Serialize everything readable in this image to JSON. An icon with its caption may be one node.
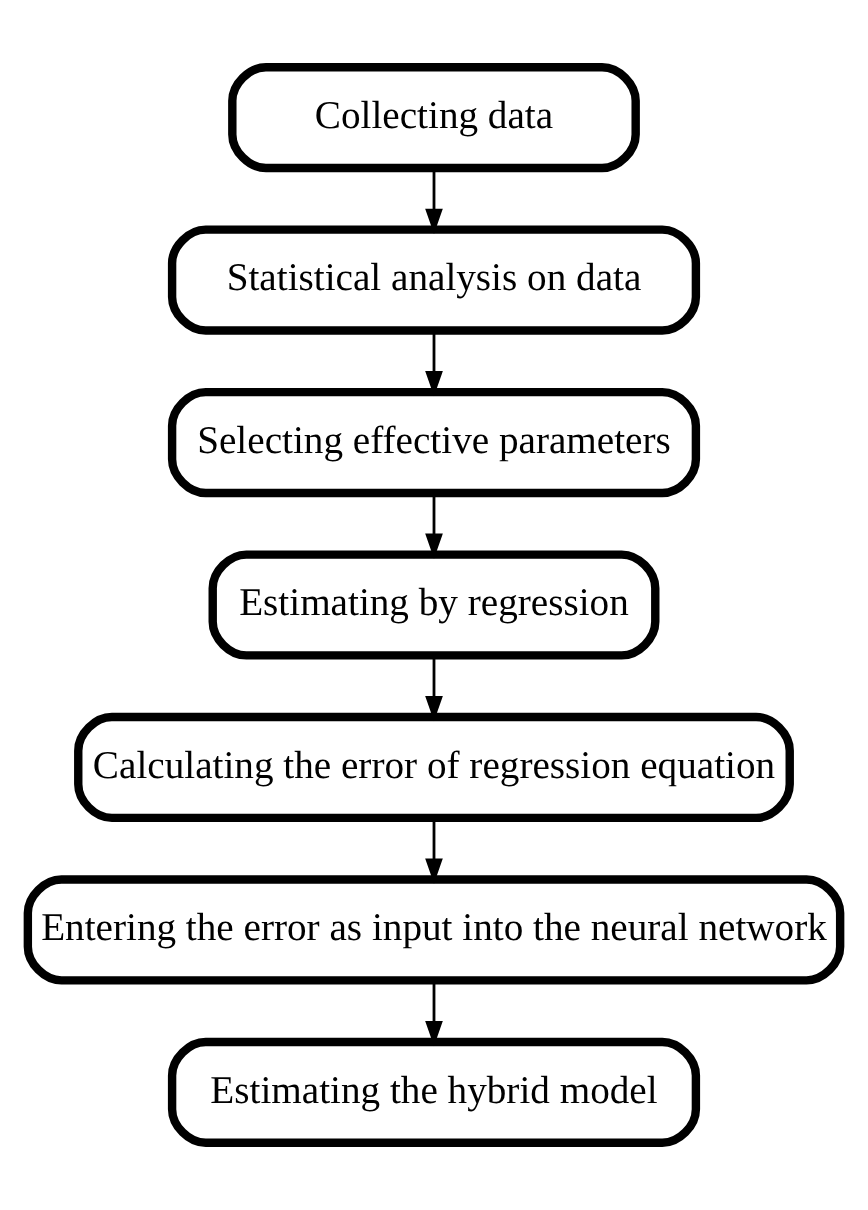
{
  "diagram": {
    "nodes": [
      {
        "text": [
          "Collecting data"
        ]
      },
      {
        "text": [
          "Statistical analysis on data"
        ]
      },
      {
        "text": [
          "Selecting effective parameters"
        ]
      },
      {
        "text": [
          "Estimating by regression"
        ]
      },
      {
        "text": [
          "Calculating the error of regression equation"
        ]
      },
      {
        "text": [
          "Entering the error as input into the neural network"
        ]
      },
      {
        "text": [
          "Estimating the hybrid model"
        ]
      }
    ],
    "edges": [
      {
        "from": 0,
        "to": 1,
        "arrow": "to"
      },
      {
        "from": 1,
        "to": 2,
        "arrow": "to"
      },
      {
        "from": 2,
        "to": 3,
        "arrow": "to"
      },
      {
        "from": 3,
        "to": 4,
        "arrow": "to"
      },
      {
        "from": 4,
        "to": 5,
        "arrow": "to"
      },
      {
        "from": 5,
        "to": 6,
        "arrow": "to"
      }
    ]
  }
}
